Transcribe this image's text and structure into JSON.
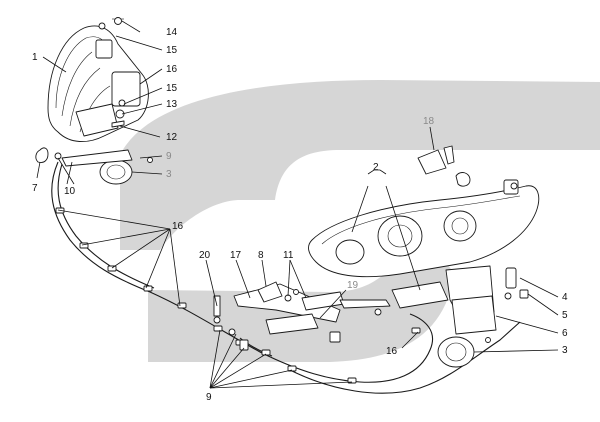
{
  "colors": {
    "background": "#ffffff",
    "watermark": "#d6d6d6",
    "line": "#1a1a1a",
    "label_text": "#111111",
    "greyed_label_text": "#8a8a8a"
  },
  "watermark": {
    "shape": "stylized-S-logo"
  },
  "callouts": [
    {
      "id": "c1",
      "text": "1",
      "greyed": false
    },
    {
      "id": "c14",
      "text": "14",
      "greyed": false
    },
    {
      "id": "c15a",
      "text": "15",
      "greyed": false
    },
    {
      "id": "c16a",
      "text": "16",
      "greyed": false
    },
    {
      "id": "c15b",
      "text": "15",
      "greyed": false
    },
    {
      "id": "c13",
      "text": "13",
      "greyed": false
    },
    {
      "id": "c12",
      "text": "12",
      "greyed": false
    },
    {
      "id": "c9a",
      "text": "9",
      "greyed": true
    },
    {
      "id": "c3a",
      "text": "3",
      "greyed": true
    },
    {
      "id": "c7",
      "text": "7",
      "greyed": false
    },
    {
      "id": "c10",
      "text": "10",
      "greyed": false
    },
    {
      "id": "c18",
      "text": "18",
      "greyed": true
    },
    {
      "id": "c2",
      "text": "2",
      "greyed": false
    },
    {
      "id": "c16b",
      "text": "16",
      "greyed": false
    },
    {
      "id": "c20",
      "text": "20",
      "greyed": false
    },
    {
      "id": "c17",
      "text": "17",
      "greyed": false
    },
    {
      "id": "c8",
      "text": "8",
      "greyed": false
    },
    {
      "id": "c11",
      "text": "11",
      "greyed": false
    },
    {
      "id": "c19",
      "text": "19",
      "greyed": true
    },
    {
      "id": "c4",
      "text": "4",
      "greyed": false
    },
    {
      "id": "c5",
      "text": "5",
      "greyed": false
    },
    {
      "id": "c6",
      "text": "6",
      "greyed": false
    },
    {
      "id": "c3b",
      "text": "3",
      "greyed": false
    },
    {
      "id": "c16c",
      "text": "16",
      "greyed": false
    },
    {
      "id": "c9b",
      "text": "9",
      "greyed": false
    }
  ]
}
